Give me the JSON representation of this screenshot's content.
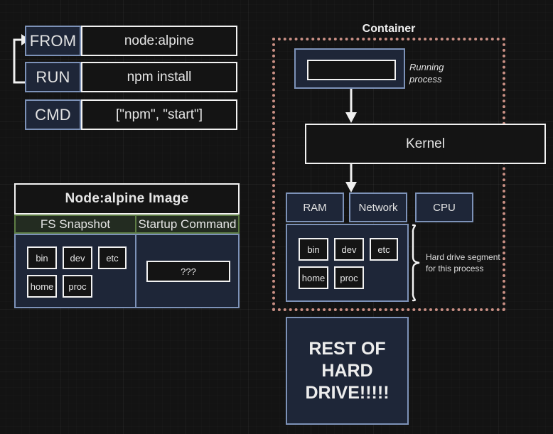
{
  "dockerfile": {
    "rows": [
      {
        "key": "FROM",
        "value": "node:alpine"
      },
      {
        "key": "RUN",
        "value": "npm install"
      },
      {
        "key": "CMD",
        "value": "[\"npm\", \"start\"]"
      }
    ]
  },
  "image_table": {
    "title": "Node:alpine Image",
    "columns": [
      {
        "header": "FS Snapshot"
      },
      {
        "header": "Startup Command"
      }
    ],
    "fs_snapshot": {
      "row1": [
        "bin",
        "dev",
        "etc"
      ],
      "row2": [
        "home",
        "proc"
      ]
    },
    "startup_command": {
      "value": "???"
    }
  },
  "container": {
    "label": "Container",
    "running_process": {
      "note_line1": "Running",
      "note_line2": "process",
      "inner_value": ""
    },
    "kernel": {
      "label": "Kernel"
    },
    "resources": [
      "RAM",
      "Network",
      "CPU"
    ],
    "hard_drive_segment": {
      "folders_row1": [
        "bin",
        "dev",
        "etc"
      ],
      "folders_row2": [
        "home",
        "proc"
      ],
      "note_line1": "Hard drive segment",
      "note_line2": "for this process"
    }
  },
  "rest_of_drive": {
    "line1": "REST OF",
    "line2": "HARD",
    "line3": "DRIVE!!!!!"
  },
  "colors": {
    "background": "#131313",
    "navy_fill": "#1e2638",
    "navy_border": "#7d92b8",
    "black_fill": "#141414",
    "white_border": "#f2f2f2",
    "green_fill": "#232c21",
    "green_border": "#5e7d45",
    "dotted_border": "#c98f84",
    "text": "#e8e8e8"
  }
}
